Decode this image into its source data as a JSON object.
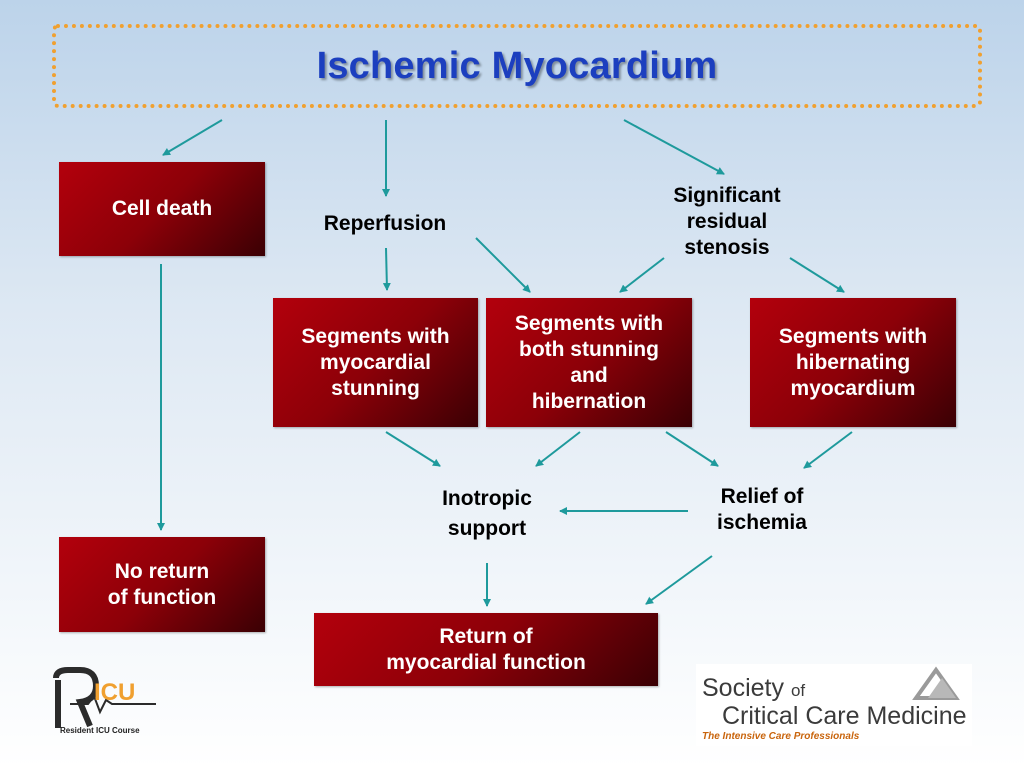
{
  "title": "Ischemic Myocardium",
  "boxes": {
    "cell_death": "Cell death",
    "stunning": "Segments with\nmyocardial\nstunning",
    "both": "Segments with\nboth stunning\nand\nhibernation",
    "hibernating": "Segments with\nhibernating\nmyocardium",
    "no_return": "No return\nof function",
    "return_function": "Return of\nmyocardial function"
  },
  "labels": {
    "reperfusion": "Reperfusion",
    "stenosis": "Significant\nresidual\nstenosis",
    "inotropic": "Inotropic\nsupport",
    "relief": "Relief of\nischemia"
  },
  "logos": {
    "left_text": "Resident ICU Course",
    "right_line1": "Society",
    "right_of": "of",
    "right_line2": "Critical Care Medicine",
    "right_tagline": "The Intensive Care Professionals"
  },
  "colors": {
    "arrow": "#1e9a9c",
    "box": "#a0000a",
    "title": "#1c3fbf",
    "title_border": "#f0a030"
  }
}
